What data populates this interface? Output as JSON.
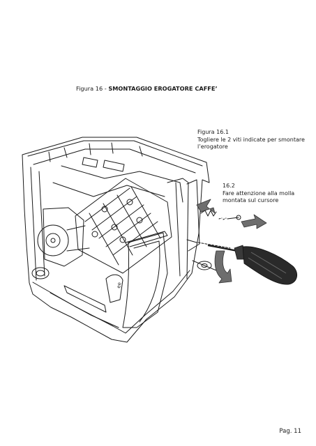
{
  "figure": {
    "prefix": "Figura 16 - ",
    "title": "SMONTAGGIO EROGATORE CAFFE’"
  },
  "notes": [
    {
      "number": "Figura 16.1",
      "lines": [
        "Togliere le 2 viti indicate per smontare",
        "l’erogatore"
      ]
    },
    {
      "number": "16.2",
      "lines": [
        "Fare attenzione alla molla",
        "montata sul cursore"
      ]
    }
  ],
  "drawing_text": {
    "engraved_mark": "ee"
  },
  "page": {
    "label": "Pag. 11"
  },
  "colors": {
    "line": "#1a1a1a",
    "arrow_fill": "#6e6e6e",
    "handle": "#2a2a2a",
    "background": "#ffffff"
  },
  "icons": {
    "removal_arrow": "curved-arrow-icon",
    "screwdriver": "screwdriver-icon",
    "screw": "screw-icon"
  }
}
